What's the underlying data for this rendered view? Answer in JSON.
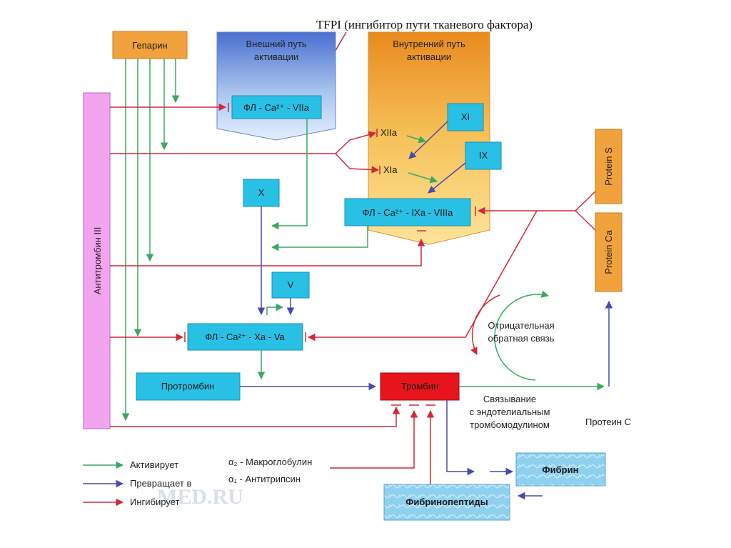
{
  "title": "TFPI (ингибитор пути тканевого фактора)",
  "nodes": {
    "heparin": "Гепарин",
    "antithrombin": "Антитромбин III",
    "extrinsic_header": [
      "Внешний путь",
      "активации"
    ],
    "intrinsic_header": [
      "Внутренний путь",
      "активации"
    ],
    "fl_ca_viia": "ФЛ - Ca²⁺ - VIIa",
    "xi": "XI",
    "xiia": "XIIa",
    "xia": "XIa",
    "ix": "IX",
    "fl_ca_ixa_viiia": "ФЛ - Ca²⁺ - IXa - VIIIa",
    "x": "X",
    "v": "V",
    "fl_ca_xa_va": "ФЛ - Ca²⁺ - Xa - Va",
    "prothrombin": "Протромбин",
    "thrombin": "Тромбин",
    "protein_s": "Protein S",
    "protein_ca": "Protein Ca",
    "fibrin": "Фибрин",
    "fibrinopeptides": "Фибринопептиды"
  },
  "labels": {
    "negative_feedback": [
      "Отрицательная",
      "обратная связь"
    ],
    "binding": [
      "Связывание",
      "с эндотелиальным",
      "тромбомодулином"
    ],
    "protein_c": "Протеин C",
    "alpha2": "α₂ - Макроглобулин",
    "alpha1": "α₁ - Антитрипсин",
    "watermark": "MED.RU"
  },
  "legend": [
    {
      "label": "Активирует",
      "color": "#3aa860"
    },
    {
      "label": "Превращает в",
      "color": "#4848b0"
    },
    {
      "label": "Ингибирует",
      "color": "#d2283a"
    }
  ],
  "colors": {
    "activates": "#3aa860",
    "converts": "#4848b0",
    "inhibits": "#d2283a",
    "factor_box": "#29c0e6",
    "heparin_box": "#f2a23c",
    "antithrombin_bar": "#f2a4ee",
    "thrombin_box": "#e8141c",
    "protein_box": "#f2a23c",
    "fibrin_box": "#7ec8ea"
  }
}
